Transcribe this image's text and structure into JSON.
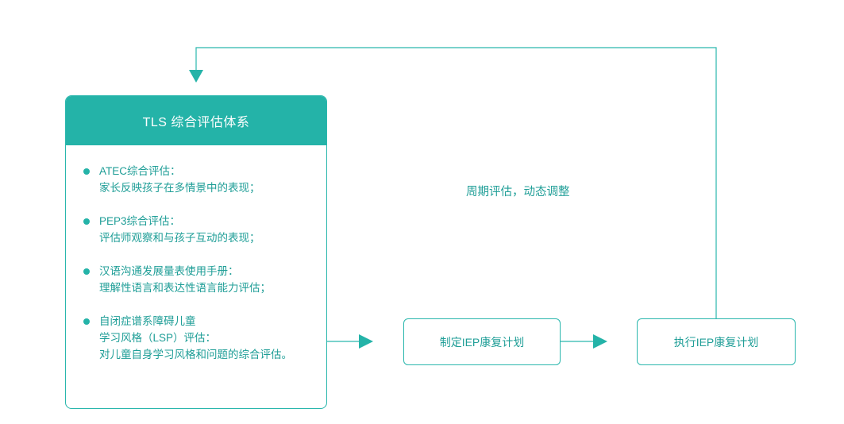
{
  "diagram": {
    "title_card": {
      "header": "TLS 综合评估体系",
      "items": [
        {
          "lines": [
            "ATEC综合评估：",
            "家长反映孩子在多情景中的表现；"
          ]
        },
        {
          "lines": [
            "PEP3综合评估：",
            "评估师观察和与孩子互动的表现；"
          ]
        },
        {
          "lines": [
            "汉语沟通发展量表使用手册：",
            "理解性语言和表达性语言能力评估；"
          ]
        },
        {
          "lines": [
            "自闭症谱系障碍儿童",
            "学习风格（LSP）评估：",
            "对儿童自身学习风格和问题的综合评估。"
          ]
        }
      ]
    },
    "boxes": {
      "iep_plan": "制定IEP康复计划",
      "iep_exec": "执行IEP康复计划"
    },
    "feedback_label": "周期评估，动态调整",
    "colors": {
      "accent": "#24b3a8",
      "text": "#1f9e97",
      "border": "#2ab7ad",
      "header_text": "#ffffff",
      "background": "#ffffff"
    }
  }
}
